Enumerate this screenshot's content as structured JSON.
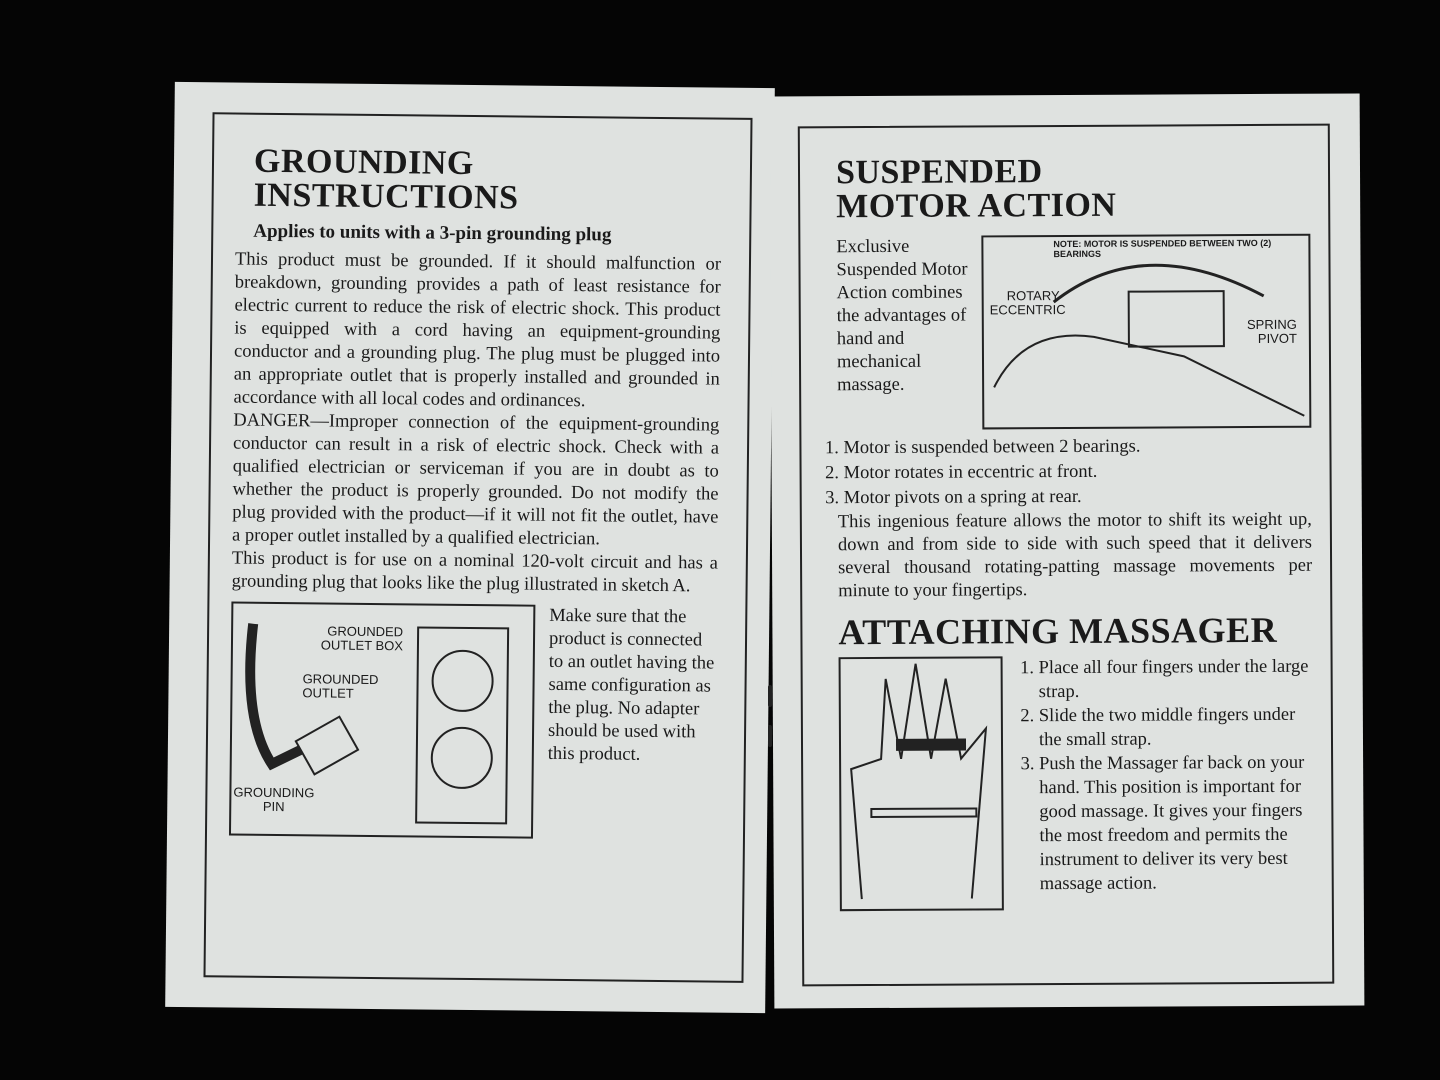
{
  "left_page": {
    "title_line1": "GROUNDING",
    "title_line2": "INSTRUCTIONS",
    "subtitle": "Applies to units with a 3-pin grounding plug",
    "para1": "This product must be grounded. If it should malfunction or breakdown, grounding provides a path of least resistance for electric current to reduce the risk of electric shock. This product is equipped with a cord having an equipment-grounding conductor and a grounding plug. The plug must be plugged into an appropriate outlet that is properly installed and grounded in accordance with all local codes and ordinances.",
    "para2": "DANGER—Improper connection of the equipment-grounding conductor can result in a risk of electric shock. Check with a qualified electrician or serviceman if you are in doubt as to whether the product is properly grounded. Do not modify the plug provided with the product—if it will not fit the outlet, have a proper outlet installed by a qualified electrician.",
    "para3": "This product is for use on a nominal 120-volt circuit and has a grounding plug that looks like the plug illustrated in sketch A.",
    "side_text": "Make sure that the product is connected to an outlet having the same configuration as the plug. No adapter should be used with this product.",
    "labels": {
      "outlet_box": "GROUNDED OUTLET BOX",
      "outlet": "GROUNDED OUTLET",
      "pin": "GROUNDING PIN"
    }
  },
  "right_page": {
    "title_line1": "SUSPENDED",
    "title_line2": "MOTOR ACTION",
    "intro": "Exclusive Suspended Motor Action combines the advantages of hand and mechanical massage.",
    "diagram": {
      "note": "NOTE: MOTOR IS SUSPENDED BETWEEN TWO (2) BEARINGS",
      "rotary": "ROTARY ECCENTRIC",
      "spring": "SPRING PIVOT"
    },
    "steps": [
      "Motor is suspended between 2 bearings.",
      "Motor rotates in eccentric at front.",
      "Motor pivots on a spring at rear."
    ],
    "para": "This ingenious feature allows the motor to shift its weight up, down and from side to side with such speed that it delivers several thousand rotating-patting massage movements per minute to your fingertips.",
    "title2": "ATTACHING MASSAGER",
    "attach_steps": [
      "Place all four fingers under the large strap.",
      "Slide the two middle fingers under the small strap.",
      "Push the Massager far back on your hand. This position is important for good massage. It gives your fingers the most freedom and permits the instrument to deliver its very best massage action."
    ]
  }
}
